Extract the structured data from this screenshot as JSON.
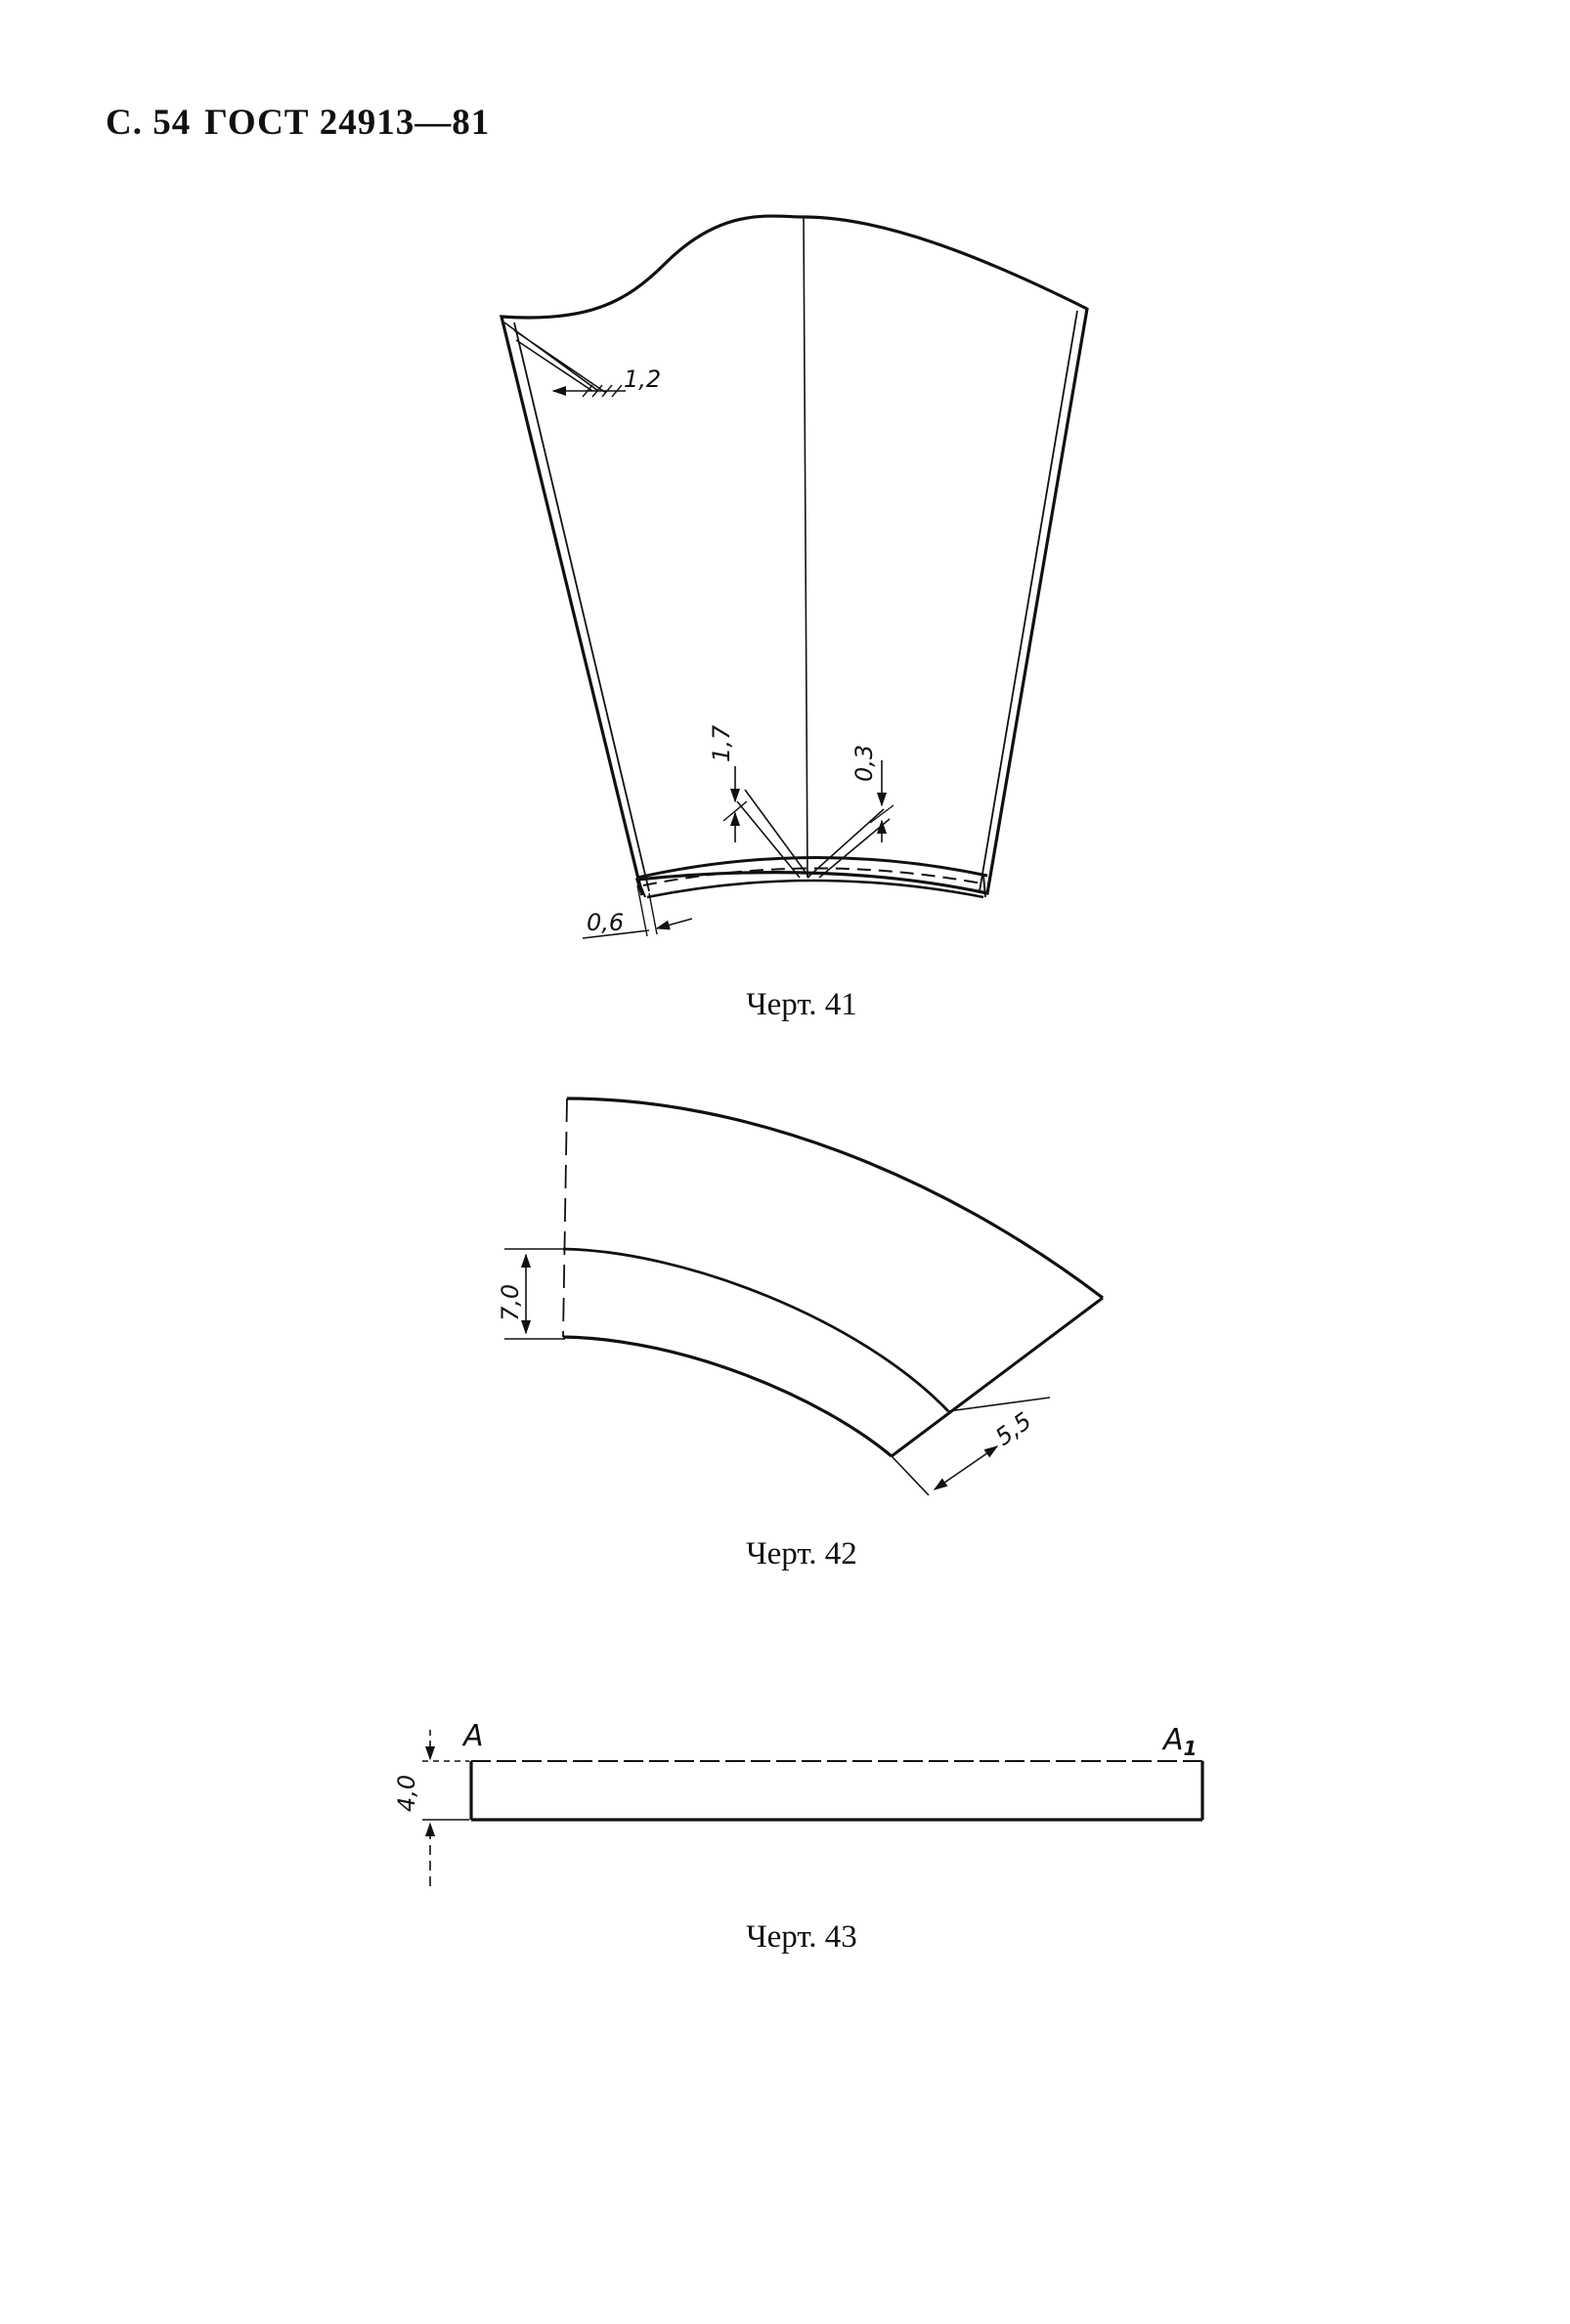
{
  "header": {
    "page_prefix": "С. 54",
    "standard": "ГОСТ 24913—81"
  },
  "figure_41": {
    "caption": "Черт. 41",
    "dim_top_left": "1,2",
    "dim_center_left": "1,7",
    "dim_center_right": "0,3",
    "dim_bottom_left": "0,6"
  },
  "figure_42": {
    "caption": "Черт. 42",
    "dim_height": "7,0",
    "dim_width": "5,5"
  },
  "figure_43": {
    "caption": "Черт. 43",
    "dim_height": "4,0",
    "point_left": "A",
    "point_right_main": "A",
    "point_right_sub": "1"
  }
}
